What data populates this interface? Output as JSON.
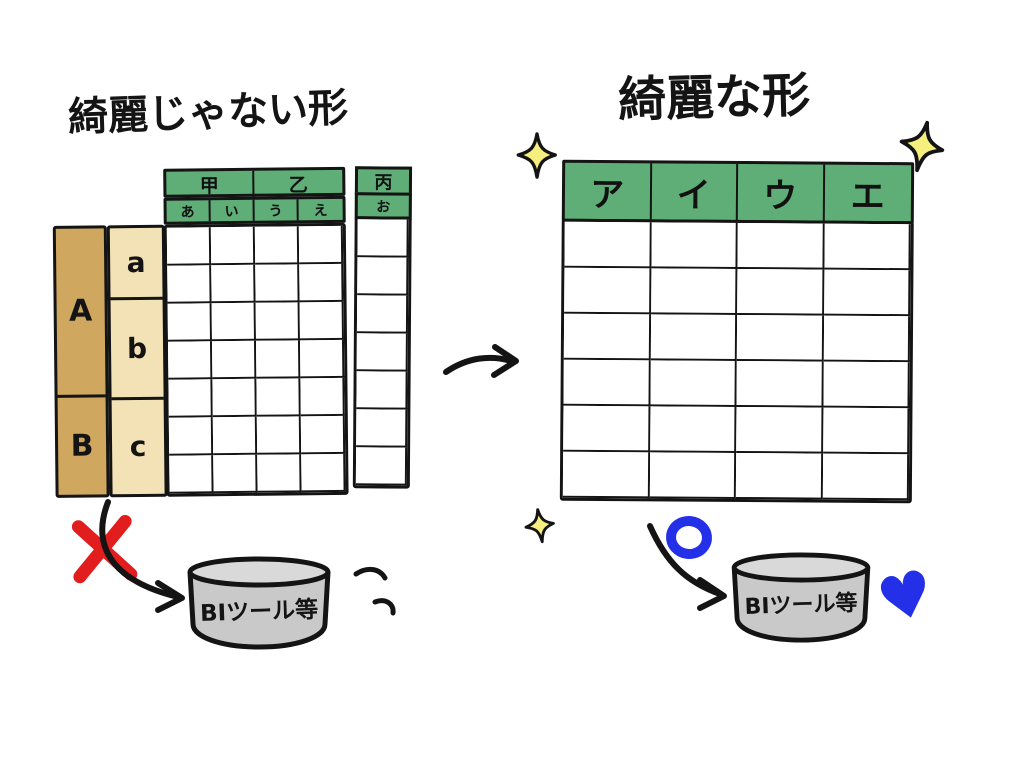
{
  "left": {
    "title": "綺麗じゃない形",
    "table": {
      "top_headers": [
        "甲",
        "乙"
      ],
      "sub_headers": [
        "あ",
        "い",
        "う",
        "え"
      ],
      "detached_top_header": "丙",
      "detached_sub_header": "お",
      "outer_row_labels": [
        "A",
        "B"
      ],
      "inner_row_labels": [
        "a",
        "b",
        "c"
      ]
    },
    "rejection_mark": "✕",
    "cylinder_label": "BIツール等"
  },
  "right": {
    "title": "綺麗な形",
    "table": {
      "headers": [
        "ア",
        "イ",
        "ウ",
        "エ"
      ]
    },
    "approval_mark": "○",
    "cylinder_label": "BIツール等",
    "heart": "♥"
  },
  "colors": {
    "header_green": "#5fae77",
    "dark_tan": "#cfa75e",
    "light_tan": "#f3e2b6",
    "cylinder_gray": "#c9c9c9",
    "red": "#e11d1d",
    "blue": "#2430e8",
    "sparkle_yellow": "#f6ef7d",
    "ink": "#141414"
  }
}
